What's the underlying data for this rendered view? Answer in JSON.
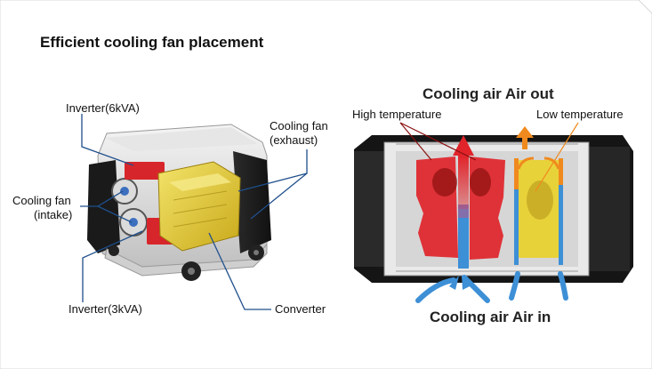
{
  "title": "Efficient cooling fan placement",
  "left_labels": {
    "inverter_6kva": "Inverter(6kVA)",
    "cooling_fan_intake_line1": "Cooling fan",
    "cooling_fan_intake_line2": "(intake)",
    "inverter_3kva": "Inverter(3kVA)",
    "cooling_fan_exhaust_line1": "Cooling fan",
    "cooling_fan_exhaust_line2": "(exhaust)",
    "converter": "Converter"
  },
  "right_labels": {
    "air_out": "Cooling air Air out",
    "air_in": "Cooling air Air in",
    "high_temp": "High temperature",
    "low_temp": "Low temperature"
  },
  "colors": {
    "leader_line": "#1f4f8c",
    "hot": "#e0242a",
    "cool_arrow": "#3d8fd6",
    "exhaust_arrow": "#f08a1e",
    "yellow_unit": "#e8d23a"
  }
}
